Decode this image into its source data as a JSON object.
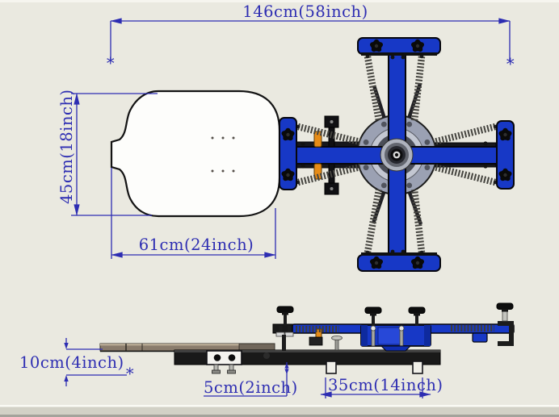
{
  "dimensions": {
    "overall_width": {
      "label": "146cm(58inch)"
    },
    "platen_depth": {
      "label": "45cm(18inch)"
    },
    "platen_width": {
      "label": "61cm(24inch)"
    },
    "table_height": {
      "label": "10cm(4inch)"
    },
    "leg_clearance": {
      "label": "5cm(2inch)"
    },
    "leg_spacing": {
      "label": "35cm(14inch)"
    }
  },
  "markers": {
    "reference_point": "*"
  },
  "colors": {
    "background": "#eae9e0",
    "annotation_blue": "#2d2db2",
    "machine_blue": "#1738c6",
    "hub_gray": "#9ba1b3",
    "board_tan": "#8a7c6c",
    "frame_black": "#191919"
  }
}
